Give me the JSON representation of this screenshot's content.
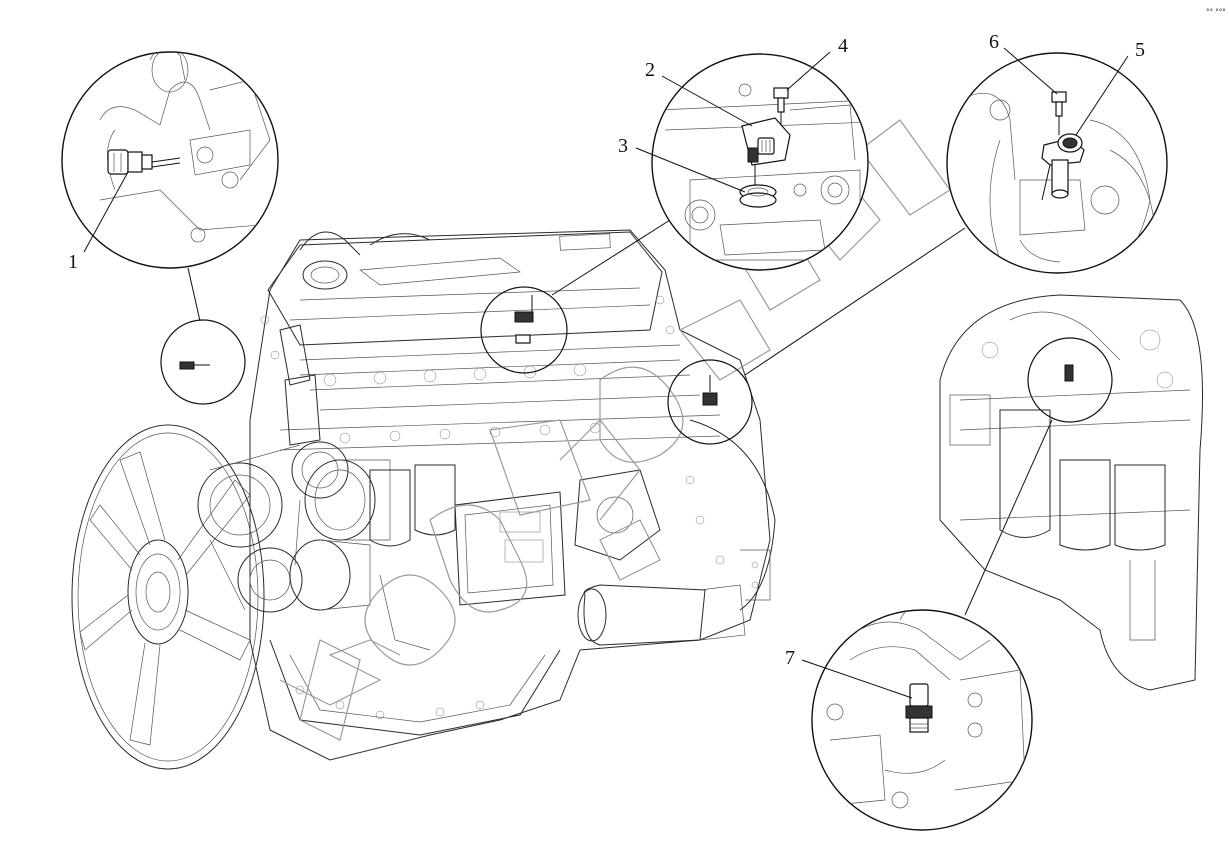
{
  "corner_mark": "°° °°°",
  "callouts": [
    "1",
    "2",
    "3",
    "4",
    "5",
    "6",
    "7"
  ],
  "colors": {
    "line": "#2a2a2a",
    "watermark": "#9a9a9a",
    "background": "#ffffff"
  }
}
